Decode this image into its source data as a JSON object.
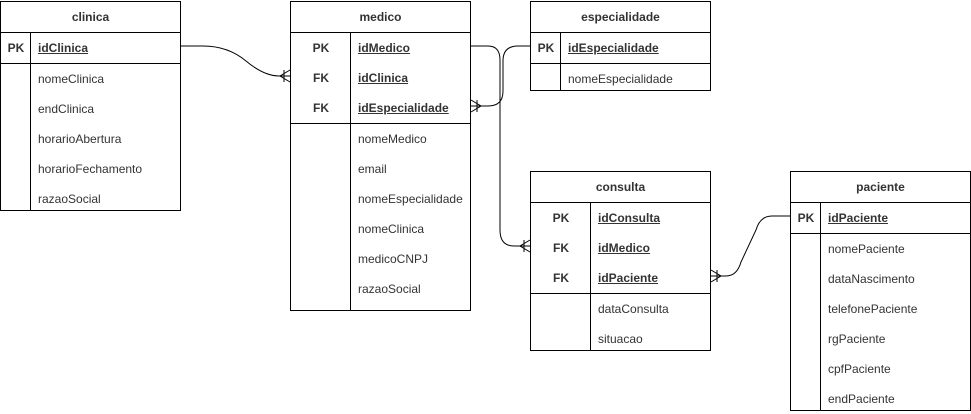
{
  "entities": {
    "clinica": {
      "title": "clinica",
      "keys": [
        {
          "type": "PK",
          "name": "idClinica"
        }
      ],
      "attributes": [
        "nomeClinica",
        "endClinica",
        "horarioAbertura",
        "horarioFechamento",
        "razaoSocial"
      ]
    },
    "medico": {
      "title": "medico",
      "keys": [
        {
          "type": "PK",
          "name": "idMedico"
        },
        {
          "type": "FK",
          "name": "idClinica"
        },
        {
          "type": "FK",
          "name": "idEspecialidade"
        }
      ],
      "attributes": [
        "nomeMedico",
        "email",
        "nomeEspecialidade",
        "nomeClinica",
        "medicoCNPJ",
        "razaoSocial"
      ]
    },
    "especialidade": {
      "title": "especialidade",
      "keys": [
        {
          "type": "PK",
          "name": "idEspecialidade"
        }
      ],
      "attributes": [
        "nomeEspecialidade"
      ]
    },
    "consulta": {
      "title": "consulta",
      "keys": [
        {
          "type": "PK",
          "name": "idConsulta"
        },
        {
          "type": "FK",
          "name": "idMedico"
        },
        {
          "type": "FK",
          "name": "idPaciente"
        }
      ],
      "attributes": [
        "dataConsulta",
        "situacao"
      ]
    },
    "paciente": {
      "title": "paciente",
      "keys": [
        {
          "type": "PK",
          "name": "idPaciente"
        }
      ],
      "attributes": [
        "nomePaciente",
        "dataNascimento",
        "telefonePaciente",
        "rgPaciente",
        "cpfPaciente",
        "endPaciente"
      ]
    }
  },
  "relationships": [
    {
      "from": "clinica.idClinica",
      "to": "medico.idClinica",
      "end": "one-to-many"
    },
    {
      "from": "especialidade.idEspecialidade",
      "to": "medico.idEspecialidade",
      "end": "one-to-many"
    },
    {
      "from": "medico.idMedico",
      "to": "consulta.idMedico",
      "end": "one-to-many"
    },
    {
      "from": "paciente.idPaciente",
      "to": "consulta.idPaciente",
      "end": "one-to-many"
    }
  ],
  "colors": {
    "border": "#000000",
    "text": "#333333",
    "background": "#ffffff"
  }
}
